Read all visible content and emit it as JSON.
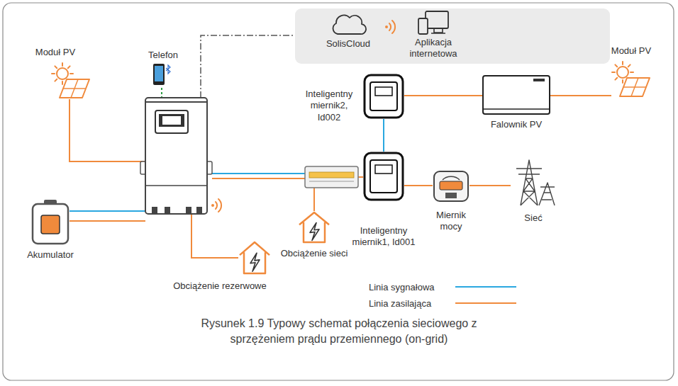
{
  "diagram": {
    "caption": "Rysunek 1.9 Typowy schemat połączenia sieciowego z sprzężeniem prądu przemiennego (on-grid)",
    "nodes": [
      {
        "text": [
          "SolisCloud"
        ]
      },
      {
        "text": [
          "Aplikacja internetowa"
        ]
      },
      {
        "text": [
          "Moduł PV"
        ]
      },
      {
        "text": [
          "Telefon"
        ]
      },
      {
        "text": [
          "Akumulator"
        ]
      },
      {
        "text": [
          "Inteligentny miernik2, Id002"
        ]
      },
      {
        "text": [
          "Falownik PV"
        ]
      },
      {
        "text": [
          "Moduł PV"
        ]
      },
      {
        "text": [
          "Inteligentny miernik1, Id001"
        ]
      },
      {
        "text": [
          "Miernik mocy"
        ]
      },
      {
        "text": [
          "Sieć"
        ]
      },
      {
        "text": [
          "Obciążenie rezerwowe"
        ]
      },
      {
        "text": [
          "Obciążenie sieci"
        ]
      }
    ],
    "edges": [
      {
        "from": 5,
        "to": 6,
        "arrow": "none"
      },
      {
        "from": 6,
        "to": 7,
        "arrow": "none"
      },
      {
        "from": 5,
        "to": 8,
        "arrow": "none"
      },
      {
        "from": 8,
        "to": 9,
        "arrow": "none"
      },
      {
        "from": 9,
        "to": 10,
        "arrow": "none"
      }
    ],
    "legend": [
      {
        "text": "Linia sygnałowa"
      },
      {
        "text": "Linia zasilająca"
      }
    ]
  }
}
